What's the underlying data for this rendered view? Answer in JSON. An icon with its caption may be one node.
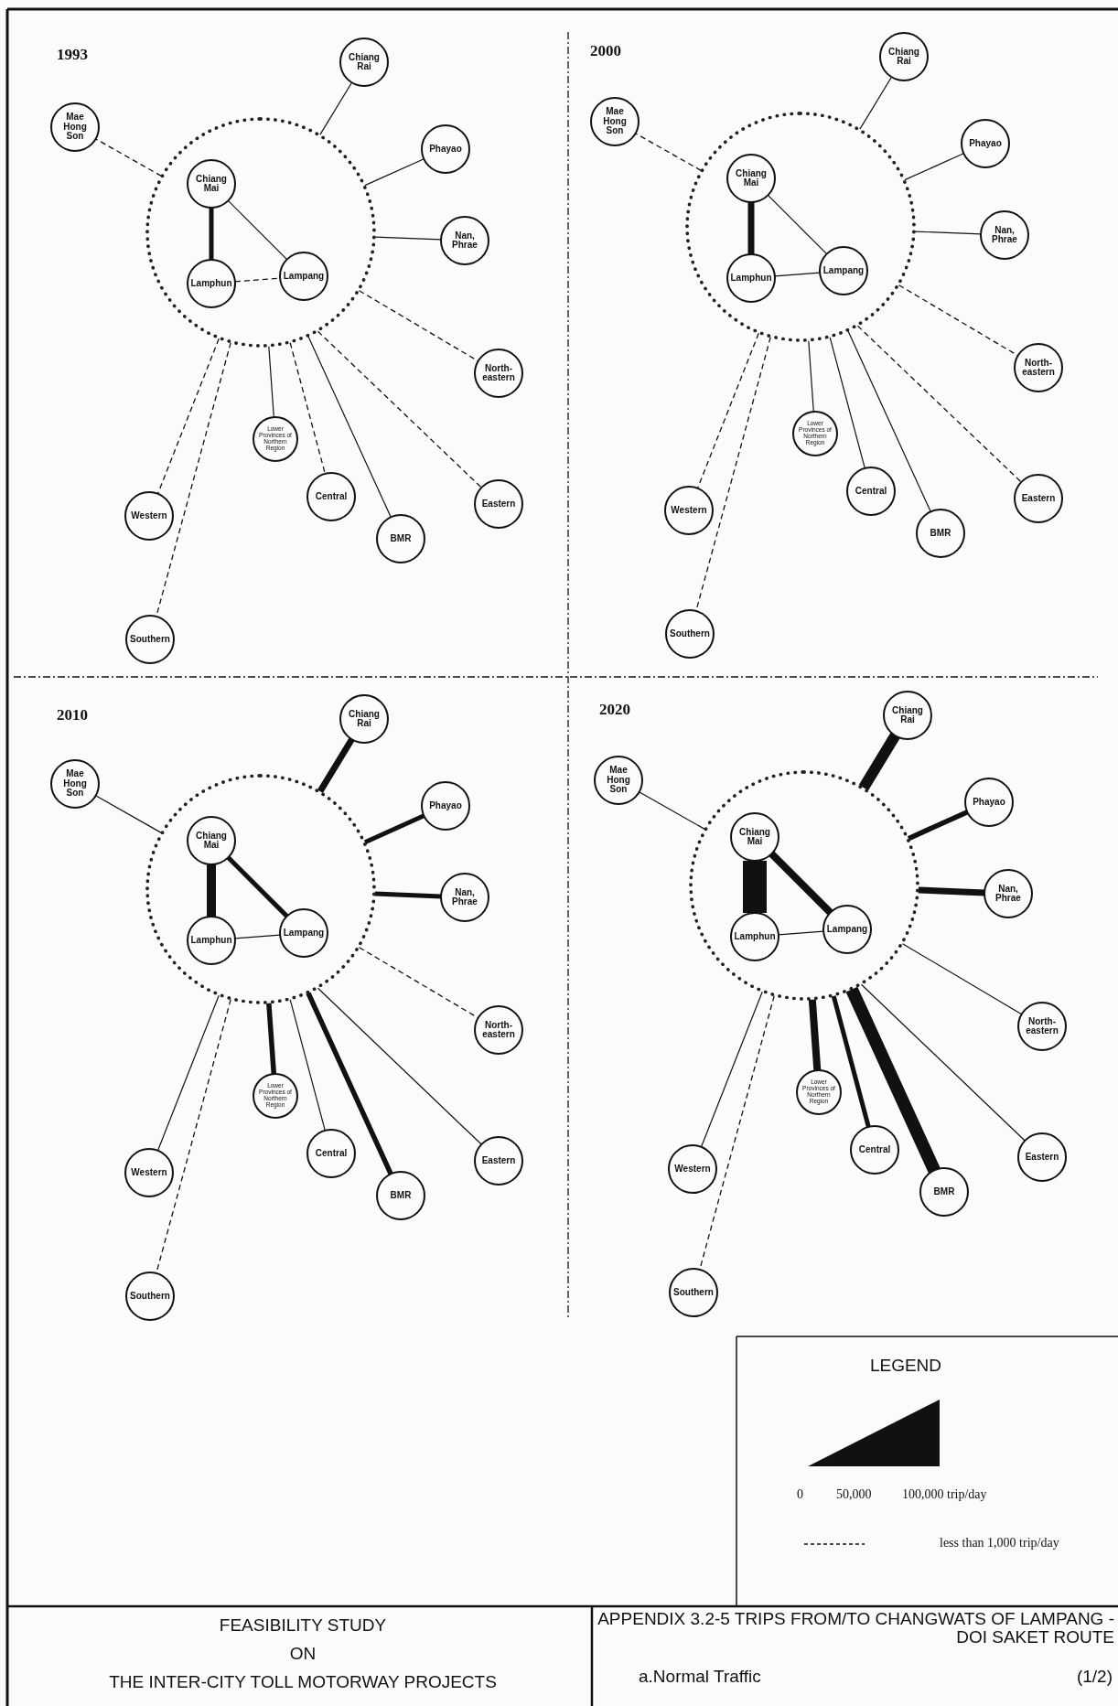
{
  "diagram": {
    "title": "APPENDIX 3.2-5 TRIPS FROM/TO CHANGWATS OF LAMPANG - DOI SAKET ROUTE",
    "nodes": [
      {
        "text": [],
        "shape": "circle"
      },
      {
        "text": [
          "Chiang Mai"
        ],
        "in": 0
      },
      {
        "text": [
          "Lamphun"
        ],
        "in": 0
      },
      {
        "text": [
          "Lampang"
        ],
        "in": 0
      },
      {
        "text": [
          "Chiang Rai"
        ]
      },
      {
        "text": [
          "Mae Hong Son"
        ]
      },
      {
        "text": [
          "Phayao"
        ]
      },
      {
        "text": [
          "Nan, Phrae"
        ]
      },
      {
        "text": [
          "North-eastern"
        ]
      },
      {
        "text": [
          "Lower Provinces of Northern Region"
        ]
      },
      {
        "text": [
          "Central"
        ]
      },
      {
        "text": [
          "BMR"
        ]
      },
      {
        "text": [
          "Eastern"
        ]
      },
      {
        "text": [
          "Western"
        ]
      },
      {
        "text": [
          "Southern"
        ]
      },
      {
        "text": [],
        "shape": "circle"
      },
      {
        "text": [
          "Chiang Mai"
        ],
        "in": 15
      },
      {
        "text": [
          "Lamphun"
        ],
        "in": 15
      },
      {
        "text": [
          "Lampang"
        ],
        "in": 15
      },
      {
        "text": [
          "Chiang Rai"
        ]
      },
      {
        "text": [
          "Mae Hong Son"
        ]
      },
      {
        "text": [
          "Phayao"
        ]
      },
      {
        "text": [
          "Nan, Phrae"
        ]
      },
      {
        "text": [
          "North-eastern"
        ]
      },
      {
        "text": [
          "Lower Provinces of Northern Region"
        ]
      },
      {
        "text": [
          "Central"
        ]
      },
      {
        "text": [
          "BMR"
        ]
      },
      {
        "text": [
          "Eastern"
        ]
      },
      {
        "text": [
          "Western"
        ]
      },
      {
        "text": [
          "Southern"
        ]
      },
      {
        "text": [],
        "shape": "circle"
      },
      {
        "text": [
          "Chiang Mai"
        ],
        "in": 30
      },
      {
        "text": [
          "Lamphun"
        ],
        "in": 30
      },
      {
        "text": [
          "Lampang"
        ],
        "in": 30
      },
      {
        "text": [
          "Chiang Rai"
        ]
      },
      {
        "text": [
          "Mae Hong Son"
        ]
      },
      {
        "text": [
          "Phayao"
        ]
      },
      {
        "text": [
          "Nan, Phrae"
        ]
      },
      {
        "text": [
          "North-eastern"
        ]
      },
      {
        "text": [
          "Lower Provinces of Northern Region"
        ]
      },
      {
        "text": [
          "Central"
        ]
      },
      {
        "text": [
          "BMR"
        ]
      },
      {
        "text": [
          "Eastern"
        ]
      },
      {
        "text": [
          "Western"
        ]
      },
      {
        "text": [
          "Southern"
        ]
      },
      {
        "text": [],
        "shape": "circle"
      },
      {
        "text": [
          "Chiang Mai"
        ],
        "in": 45
      },
      {
        "text": [
          "Lamphun"
        ],
        "in": 45
      },
      {
        "text": [
          "Lampang"
        ],
        "in": 45
      },
      {
        "text": [
          "Chiang Rai"
        ]
      },
      {
        "text": [
          "Mae Hong Son"
        ]
      },
      {
        "text": [
          "Phayao"
        ]
      },
      {
        "text": [
          "Nan, Phrae"
        ]
      },
      {
        "text": [
          "North-eastern"
        ]
      },
      {
        "text": [
          "Lower Provinces of Northern Region"
        ]
      },
      {
        "text": [
          "Central"
        ]
      },
      {
        "text": [
          "BMR"
        ]
      },
      {
        "text": [
          "Eastern"
        ]
      },
      {
        "text": [
          "Western"
        ]
      },
      {
        "text": [
          "Southern"
        ]
      }
    ],
    "edges": [
      {
        "from": 1,
        "to": 2,
        "arrow": "none",
        "style": "thick"
      },
      {
        "from": 1,
        "to": 3,
        "arrow": "none"
      },
      {
        "from": 2,
        "to": 3,
        "arrow": "none",
        "style": "dashed"
      },
      {
        "from": 0,
        "to": 4,
        "arrow": "none"
      },
      {
        "from": 0,
        "to": 5,
        "arrow": "none",
        "style": "dashed"
      },
      {
        "from": 0,
        "to": 6,
        "arrow": "none"
      },
      {
        "from": 0,
        "to": 7,
        "arrow": "none"
      },
      {
        "from": 0,
        "to": 8,
        "arrow": "none",
        "style": "dashed"
      },
      {
        "from": 0,
        "to": 9,
        "arrow": "none"
      },
      {
        "from": 0,
        "to": 10,
        "arrow": "none",
        "style": "dashed"
      },
      {
        "from": 0,
        "to": 11,
        "arrow": "none"
      },
      {
        "from": 0,
        "to": 12,
        "arrow": "none",
        "style": "dashed"
      },
      {
        "from": 0,
        "to": 13,
        "arrow": "none",
        "style": "dashed"
      },
      {
        "from": 0,
        "to": 14,
        "arrow": "none",
        "style": "dashed"
      },
      {
        "from": 16,
        "to": 17,
        "arrow": "none",
        "style": "thick"
      },
      {
        "from": 16,
        "to": 18,
        "arrow": "none"
      },
      {
        "from": 17,
        "to": 18,
        "arrow": "none"
      },
      {
        "from": 15,
        "to": 19,
        "arrow": "none"
      },
      {
        "from": 15,
        "to": 20,
        "arrow": "none",
        "style": "dashed"
      },
      {
        "from": 15,
        "to": 21,
        "arrow": "none"
      },
      {
        "from": 15,
        "to": 22,
        "arrow": "none"
      },
      {
        "from": 15,
        "to": 23,
        "arrow": "none",
        "style": "dashed"
      },
      {
        "from": 15,
        "to": 24,
        "arrow": "none"
      },
      {
        "from": 15,
        "to": 25,
        "arrow": "none"
      },
      {
        "from": 15,
        "to": 26,
        "arrow": "none"
      },
      {
        "from": 15,
        "to": 27,
        "arrow": "none",
        "style": "dashed"
      },
      {
        "from": 15,
        "to": 28,
        "arrow": "none",
        "style": "dashed"
      },
      {
        "from": 15,
        "to": 29,
        "arrow": "none",
        "style": "dashed"
      },
      {
        "from": 31,
        "to": 32,
        "arrow": "none",
        "style": "thick"
      },
      {
        "from": 31,
        "to": 33,
        "arrow": "none",
        "style": "thick"
      },
      {
        "from": 32,
        "to": 33,
        "arrow": "none"
      },
      {
        "from": 30,
        "to": 34,
        "arrow": "none",
        "style": "thick"
      },
      {
        "from": 30,
        "to": 35,
        "arrow": "none"
      },
      {
        "from": 30,
        "to": 36,
        "arrow": "none",
        "style": "thick"
      },
      {
        "from": 30,
        "to": 37,
        "arrow": "none",
        "style": "thick"
      },
      {
        "from": 30,
        "to": 38,
        "arrow": "none",
        "style": "dashed"
      },
      {
        "from": 30,
        "to": 39,
        "arrow": "none",
        "style": "thick"
      },
      {
        "from": 30,
        "to": 40,
        "arrow": "none"
      },
      {
        "from": 30,
        "to": 41,
        "arrow": "none",
        "style": "thick"
      },
      {
        "from": 30,
        "to": 42,
        "arrow": "none"
      },
      {
        "from": 30,
        "to": 43,
        "arrow": "none"
      },
      {
        "from": 30,
        "to": 44,
        "arrow": "none",
        "style": "dashed"
      },
      {
        "from": 46,
        "to": 47,
        "arrow": "none",
        "style": "thick"
      },
      {
        "from": 46,
        "to": 48,
        "arrow": "none",
        "style": "thick"
      },
      {
        "from": 47,
        "to": 48,
        "arrow": "none"
      },
      {
        "from": 45,
        "to": 49,
        "arrow": "none",
        "style": "thick"
      },
      {
        "from": 45,
        "to": 50,
        "arrow": "none"
      },
      {
        "from": 45,
        "to": 51,
        "arrow": "none",
        "style": "thick"
      },
      {
        "from": 45,
        "to": 52,
        "arrow": "none",
        "style": "thick"
      },
      {
        "from": 45,
        "to": 53,
        "arrow": "none"
      },
      {
        "from": 45,
        "to": 54,
        "arrow": "none",
        "style": "thick"
      },
      {
        "from": 45,
        "to": 55,
        "arrow": "none",
        "style": "thick"
      },
      {
        "from": 45,
        "to": 56,
        "arrow": "none",
        "style": "thick"
      },
      {
        "from": 45,
        "to": 57,
        "arrow": "none"
      },
      {
        "from": 45,
        "to": 58,
        "arrow": "none"
      },
      {
        "from": 45,
        "to": 59,
        "arrow": "none",
        "style": "dashed"
      }
    ],
    "labels": [
      "1993",
      "2000",
      "2010",
      "2020",
      "LEGEND",
      "0",
      "50,000",
      "100,000 trip/day",
      "FEASIBILITY STUDY",
      "ON",
      "THE INTER-CITY TOLL MOTORWAY PROJECTS",
      "a.Normal Traffic",
      "(1/2)"
    ],
    "legend": [
      {
        "text": "less than 1,000 trip/day"
      }
    ]
  }
}
